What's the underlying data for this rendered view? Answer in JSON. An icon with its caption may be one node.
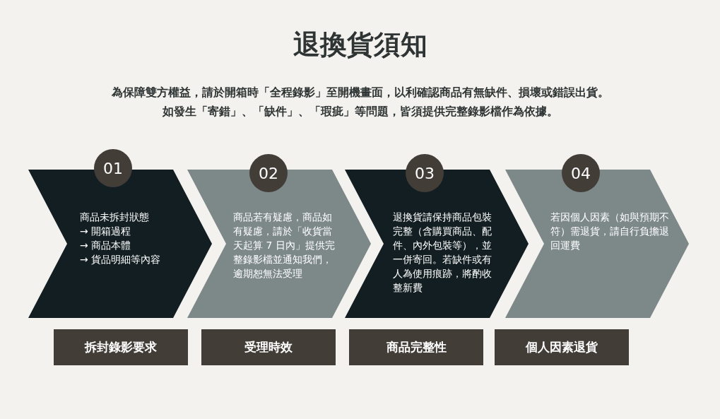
{
  "diagram": {
    "title": "退換貨須知",
    "nodes": [
      {
        "text": [
          "01"
        ]
      },
      {
        "text": [
          "商品未拆封狀態",
          "→ 開箱過程",
          "→ 商品本體",
          "→ 貨品明細等內容"
        ]
      },
      {
        "text": [
          "02"
        ]
      },
      {
        "text": [
          "商品若有疑慮，商品如有疑慮，請於「收貨當天起算 7 日內」提供完整錄影檔並通知我們，逾期恕無法受理"
        ]
      },
      {
        "text": [
          "03"
        ]
      },
      {
        "text": [
          "退換貨請保持商品包裝完整（含購買商品、配件、內外包裝等），並一併寄回。若缺件或有人為使用痕跡，將酌收整新費"
        ]
      },
      {
        "text": [
          "04"
        ]
      },
      {
        "text": [
          "若因個人因素（如與預期不符）需退貨，請自行負擔退回運費"
        ]
      },
      {
        "text": [
          "拆封錄影要求"
        ]
      },
      {
        "text": [
          "受理時效"
        ]
      },
      {
        "text": [
          "商品完整性"
        ]
      },
      {
        "text": [
          "個人因素退貨"
        ]
      }
    ],
    "labels": [
      "為保障雙方權益，請於開箱時「全程錄影」至開機畫面，以利確認商品有無缺件、損壞或錯誤出貨。",
      "如發生「寄錯」、「缺件」、「瑕疵」等問題，皆須提供完整錄影檔作為依據。"
    ]
  }
}
